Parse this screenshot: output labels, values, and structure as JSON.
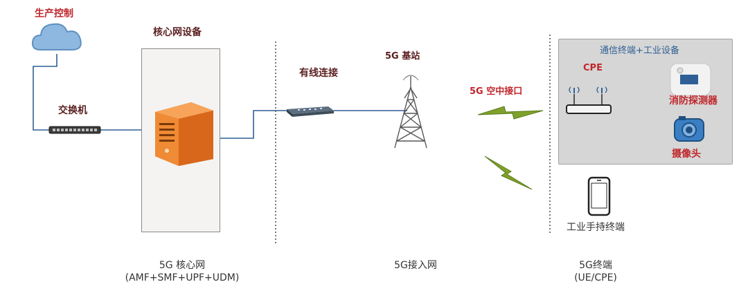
{
  "labels": {
    "production_control": "生产控制",
    "core_equipment": "核心网设备",
    "switch": "交换机",
    "wired_connection": "有线连接",
    "base_station": "5G 基站",
    "air_interface": "5G 空中接口",
    "ue_group": "通信终端+工业设备",
    "cpe": "CPE",
    "fire_detector": "消防探测器",
    "camera": "摄像头",
    "handheld": "工业手持终端"
  },
  "sections": {
    "core_title": "5G 核心网",
    "core_subtitle": "(AMF+SMF+UPF+UDM)",
    "access_title": "5G接入网",
    "terminal_title": "5G终端",
    "terminal_subtitle": "(UE/CPE)"
  },
  "colors": {
    "line": "#2f5f95",
    "label_red": "#c0262b",
    "server_orange": "#e8761f",
    "cloud_blue": "#8fb8e0",
    "bolt_green": "#7fa12c",
    "camera_blue": "#3a7fc4"
  },
  "icons": [
    "cloud-icon",
    "switch-icon",
    "server-icon",
    "router-icon",
    "tower-icon",
    "lightning-icon",
    "cpe-icon",
    "detector-icon",
    "camera-icon",
    "phone-icon"
  ]
}
